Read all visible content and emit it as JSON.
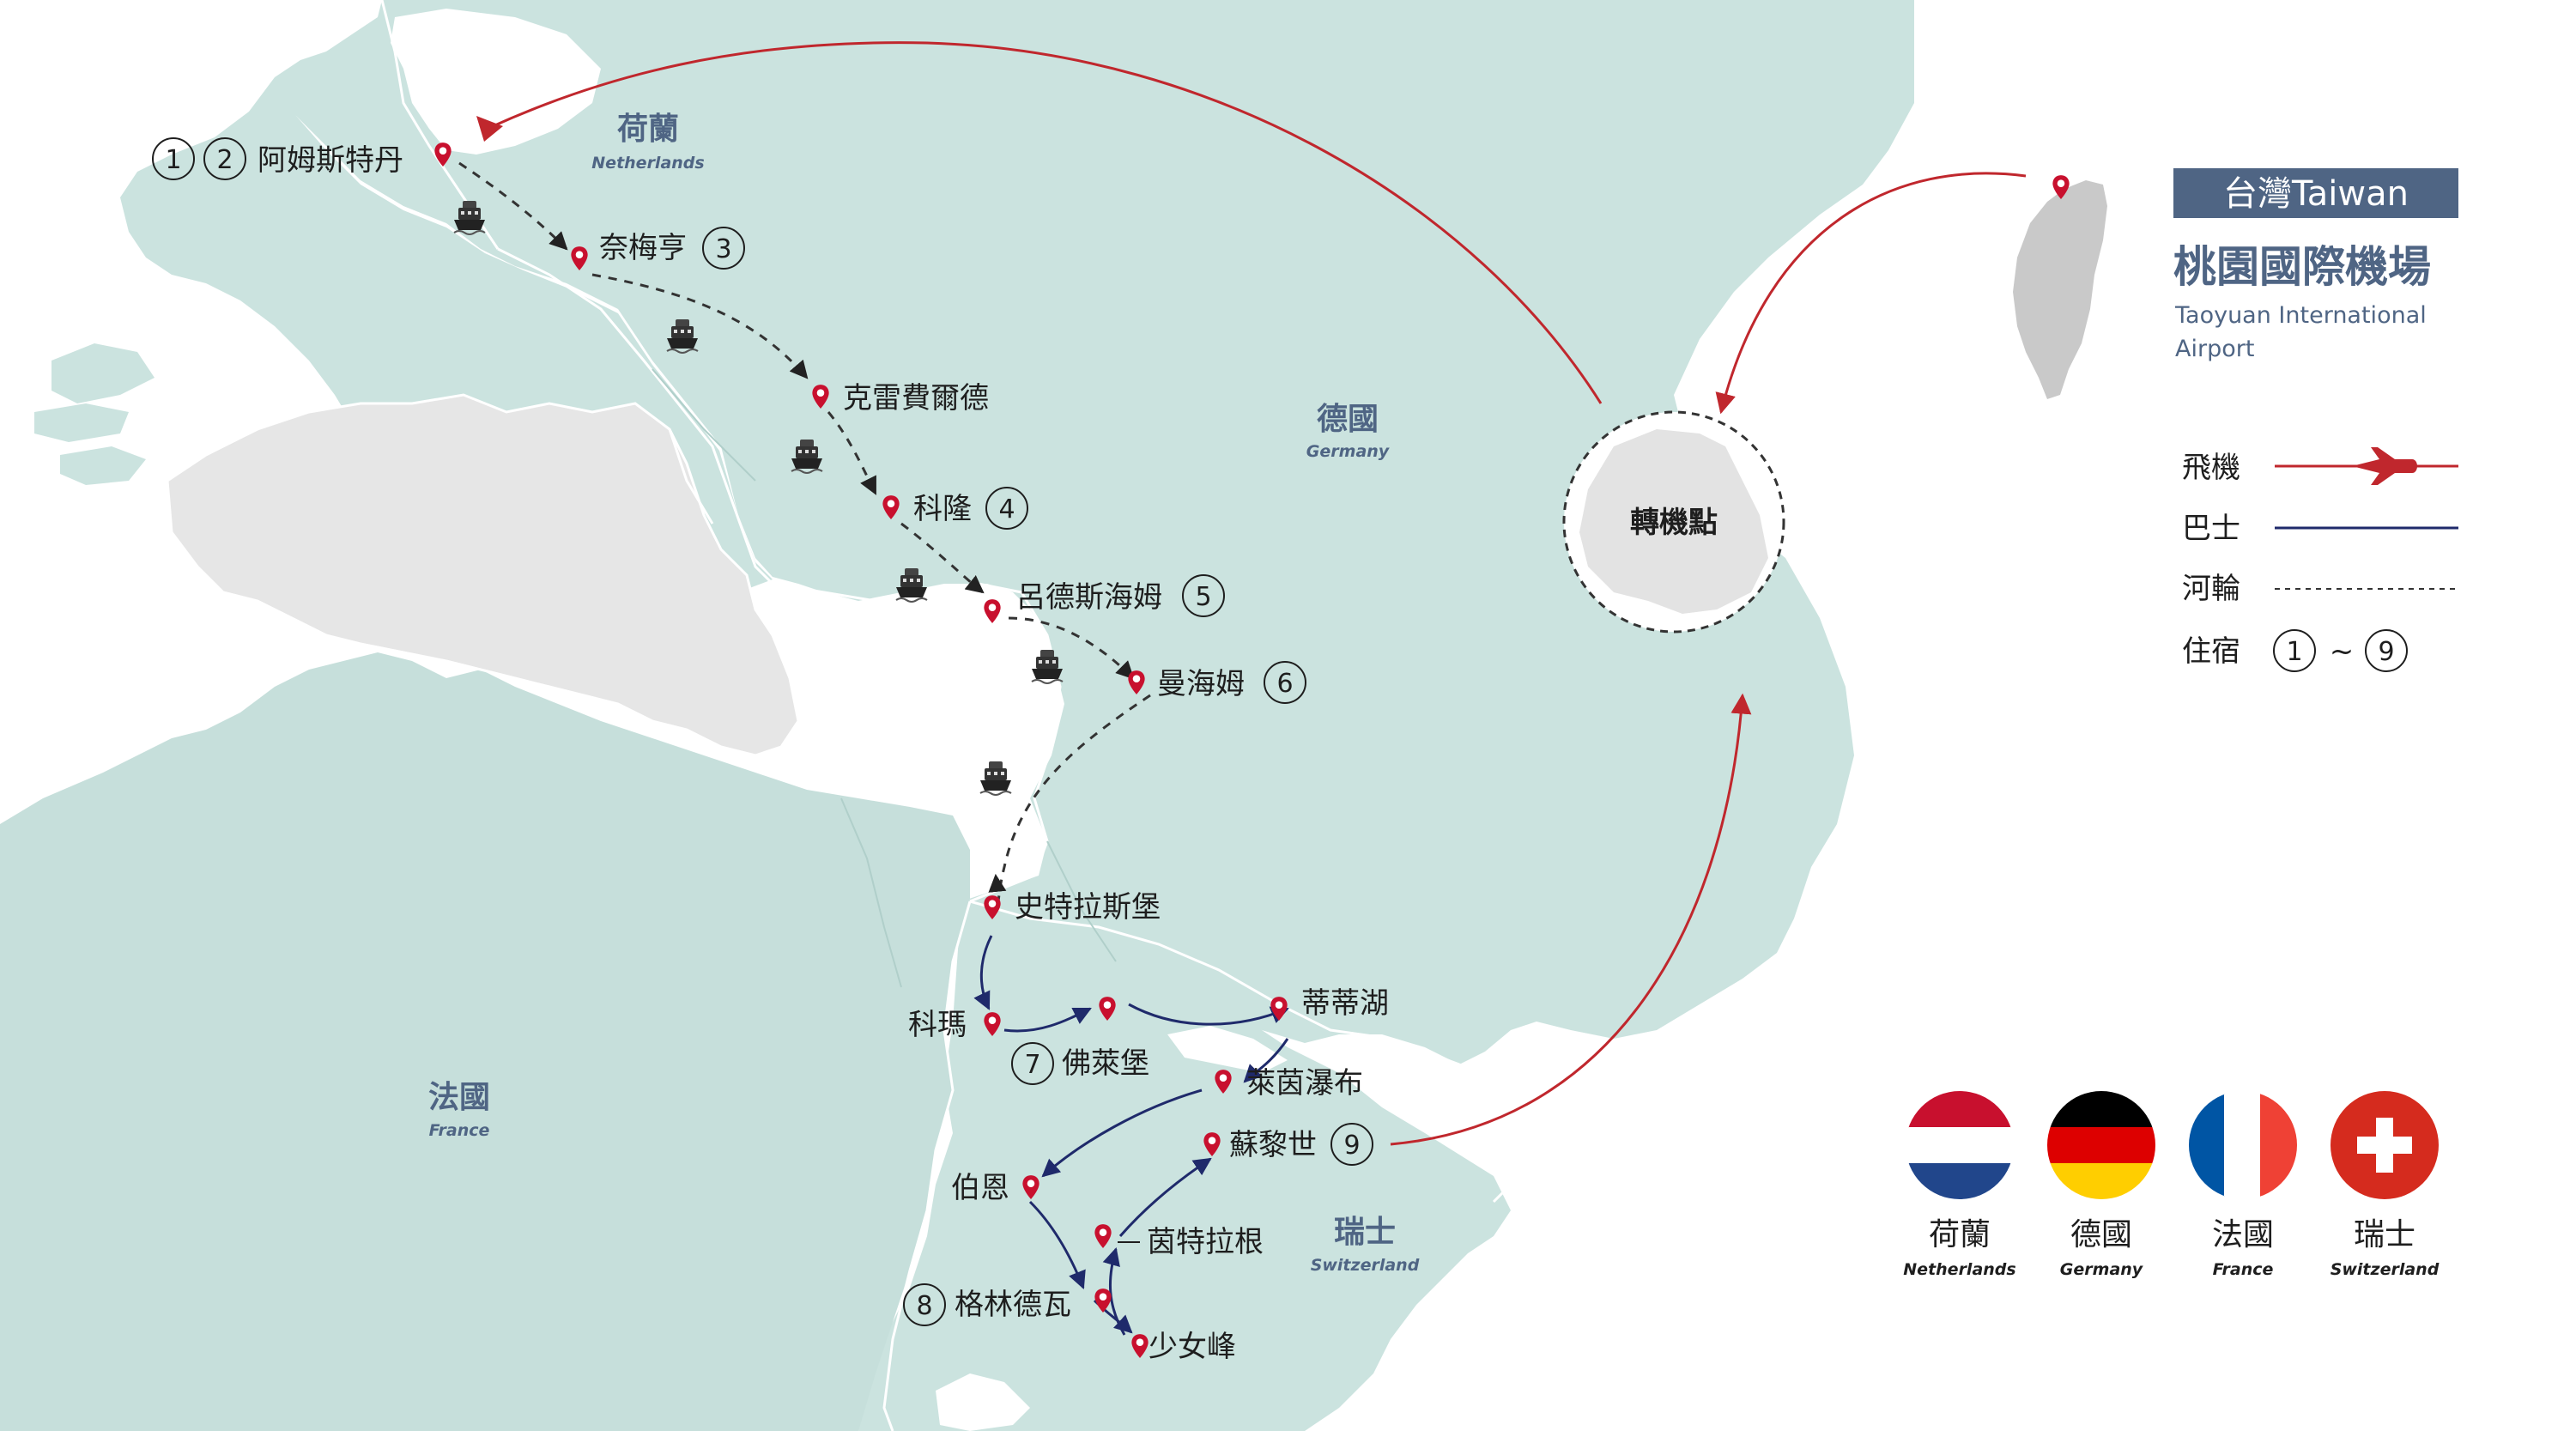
{
  "countries": {
    "netherlands": {
      "zh": "荷蘭",
      "en": "Netherlands"
    },
    "germany": {
      "zh": "德國",
      "en": "Germany"
    },
    "france": {
      "zh": "法國",
      "en": "France"
    },
    "switzerland": {
      "zh": "瑞士",
      "en": "Switzerland"
    }
  },
  "stops": [
    {
      "id": "amsterdam",
      "name": "阿姆斯特丹",
      "stay": [
        "1",
        "2"
      ]
    },
    {
      "id": "nijmegen",
      "name": "奈梅亨",
      "stay": [
        "3"
      ]
    },
    {
      "id": "krefeld",
      "name": "克雷費爾德",
      "stay": []
    },
    {
      "id": "cologne",
      "name": "科隆",
      "stay": [
        "4"
      ]
    },
    {
      "id": "rudesheim",
      "name": "呂德斯海姆",
      "stay": [
        "5"
      ]
    },
    {
      "id": "mannheim",
      "name": "曼海姆",
      "stay": [
        "6"
      ]
    },
    {
      "id": "strasbourg",
      "name": "史特拉斯堡",
      "stay": []
    },
    {
      "id": "colmar",
      "name": "科瑪",
      "stay": []
    },
    {
      "id": "freiburg",
      "name": "佛萊堡",
      "stay": [
        "7"
      ]
    },
    {
      "id": "titisee",
      "name": "蒂蒂湖",
      "stay": []
    },
    {
      "id": "rhinefalls",
      "name": "萊茵瀑布",
      "stay": []
    },
    {
      "id": "zurich",
      "name": "蘇黎世",
      "stay": [
        "9"
      ]
    },
    {
      "id": "bern",
      "name": "伯恩",
      "stay": []
    },
    {
      "id": "interlaken",
      "name": "茵特拉根",
      "stay": []
    },
    {
      "id": "grindelwald",
      "name": "格林德瓦",
      "stay": [
        "8"
      ]
    },
    {
      "id": "jungfrau",
      "name": "少女峰",
      "stay": []
    }
  ],
  "airport": {
    "country_label": "台灣Taiwan",
    "name_zh": "桃園國際機場",
    "name_en_line1": "Taoyuan International",
    "name_en_line2": "Airport"
  },
  "transfer_label": "轉機點",
  "legend": {
    "plane": "飛機",
    "bus": "巴士",
    "river_cruise": "河輪",
    "lodging": "住宿",
    "lodging_from": "1",
    "lodging_tilde": "~",
    "lodging_to": "9"
  },
  "flags": [
    {
      "zh": "荷蘭",
      "en": "Netherlands"
    },
    {
      "zh": "德國",
      "en": "Germany"
    },
    {
      "zh": "法國",
      "en": "France"
    },
    {
      "zh": "瑞士",
      "en": "Switzerland"
    }
  ],
  "colors": {
    "land": "#cbe3df",
    "france_land": "#c6dfdb",
    "belgium": "#e6e6e6",
    "border": "#ffffff",
    "plane": "#c0272d",
    "bus": "#1f2a6b",
    "river": "#333333",
    "marker": "#c8102e",
    "title_bg": "#4f6584"
  }
}
